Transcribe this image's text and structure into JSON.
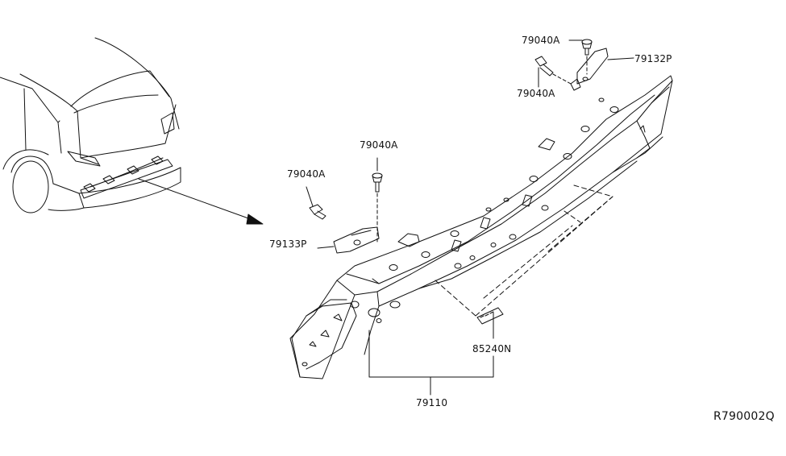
{
  "diagram": {
    "part_labels": {
      "p79040A_top": "79040A",
      "p79132P": "79132P",
      "p79040A_right": "79040A",
      "p79040A_mid": "79040A",
      "p79040A_left": "79040A",
      "p79133P": "79133P",
      "p85240N": "85240N",
      "p79110": "79110"
    },
    "reference_code": "R790002Q",
    "colors": {
      "line": "#111111",
      "background": "#ffffff"
    }
  }
}
